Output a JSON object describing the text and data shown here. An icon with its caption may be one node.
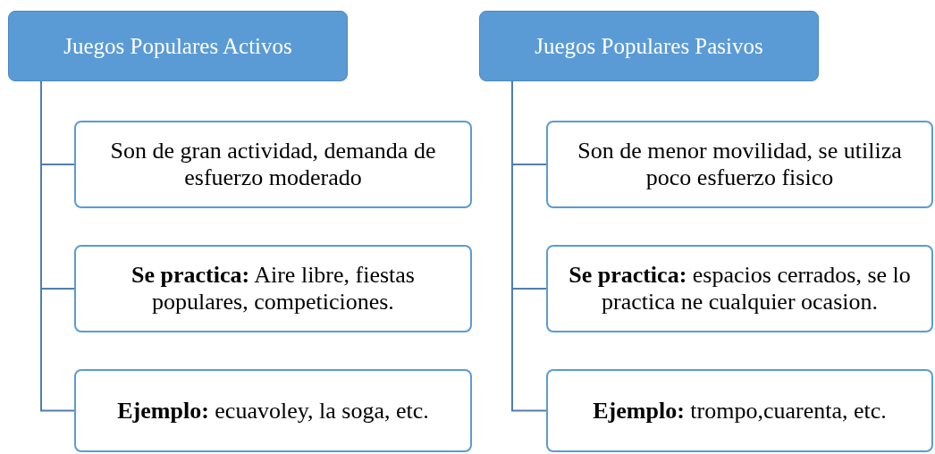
{
  "diagram": {
    "nodes": [
      {
        "text": [
          "Juegos Populares Activos"
        ]
      },
      {
        "text": [
          "Son de gran actividad, demanda de esfuerzo moderado"
        ]
      },
      {
        "text": [
          "**Se practica:** Aire libre, fiestas populares, competiciones."
        ]
      },
      {
        "text": [
          "**Ejemplo:** ecuavoley, la soga, etc."
        ]
      },
      {
        "text": [
          "Juegos Populares Pasivos"
        ]
      },
      {
        "text": [
          "Son de menor movilidad, se utiliza poco esfuerzo fisico"
        ]
      },
      {
        "text": [
          "**Se practica:** espacios cerrados, se lo practica ne cualquier ocasion."
        ]
      },
      {
        "text": [
          "**Ejemplo:** trompo,cuarenta, etc."
        ]
      }
    ],
    "edges": [
      {
        "from": 0,
        "to": 1,
        "arrow": "none"
      },
      {
        "from": 0,
        "to": 2,
        "arrow": "none"
      },
      {
        "from": 0,
        "to": 3,
        "arrow": "none"
      },
      {
        "from": 4,
        "to": 5,
        "arrow": "none"
      },
      {
        "from": 4,
        "to": 6,
        "arrow": "none"
      },
      {
        "from": 4,
        "to": 7,
        "arrow": "none"
      }
    ]
  }
}
